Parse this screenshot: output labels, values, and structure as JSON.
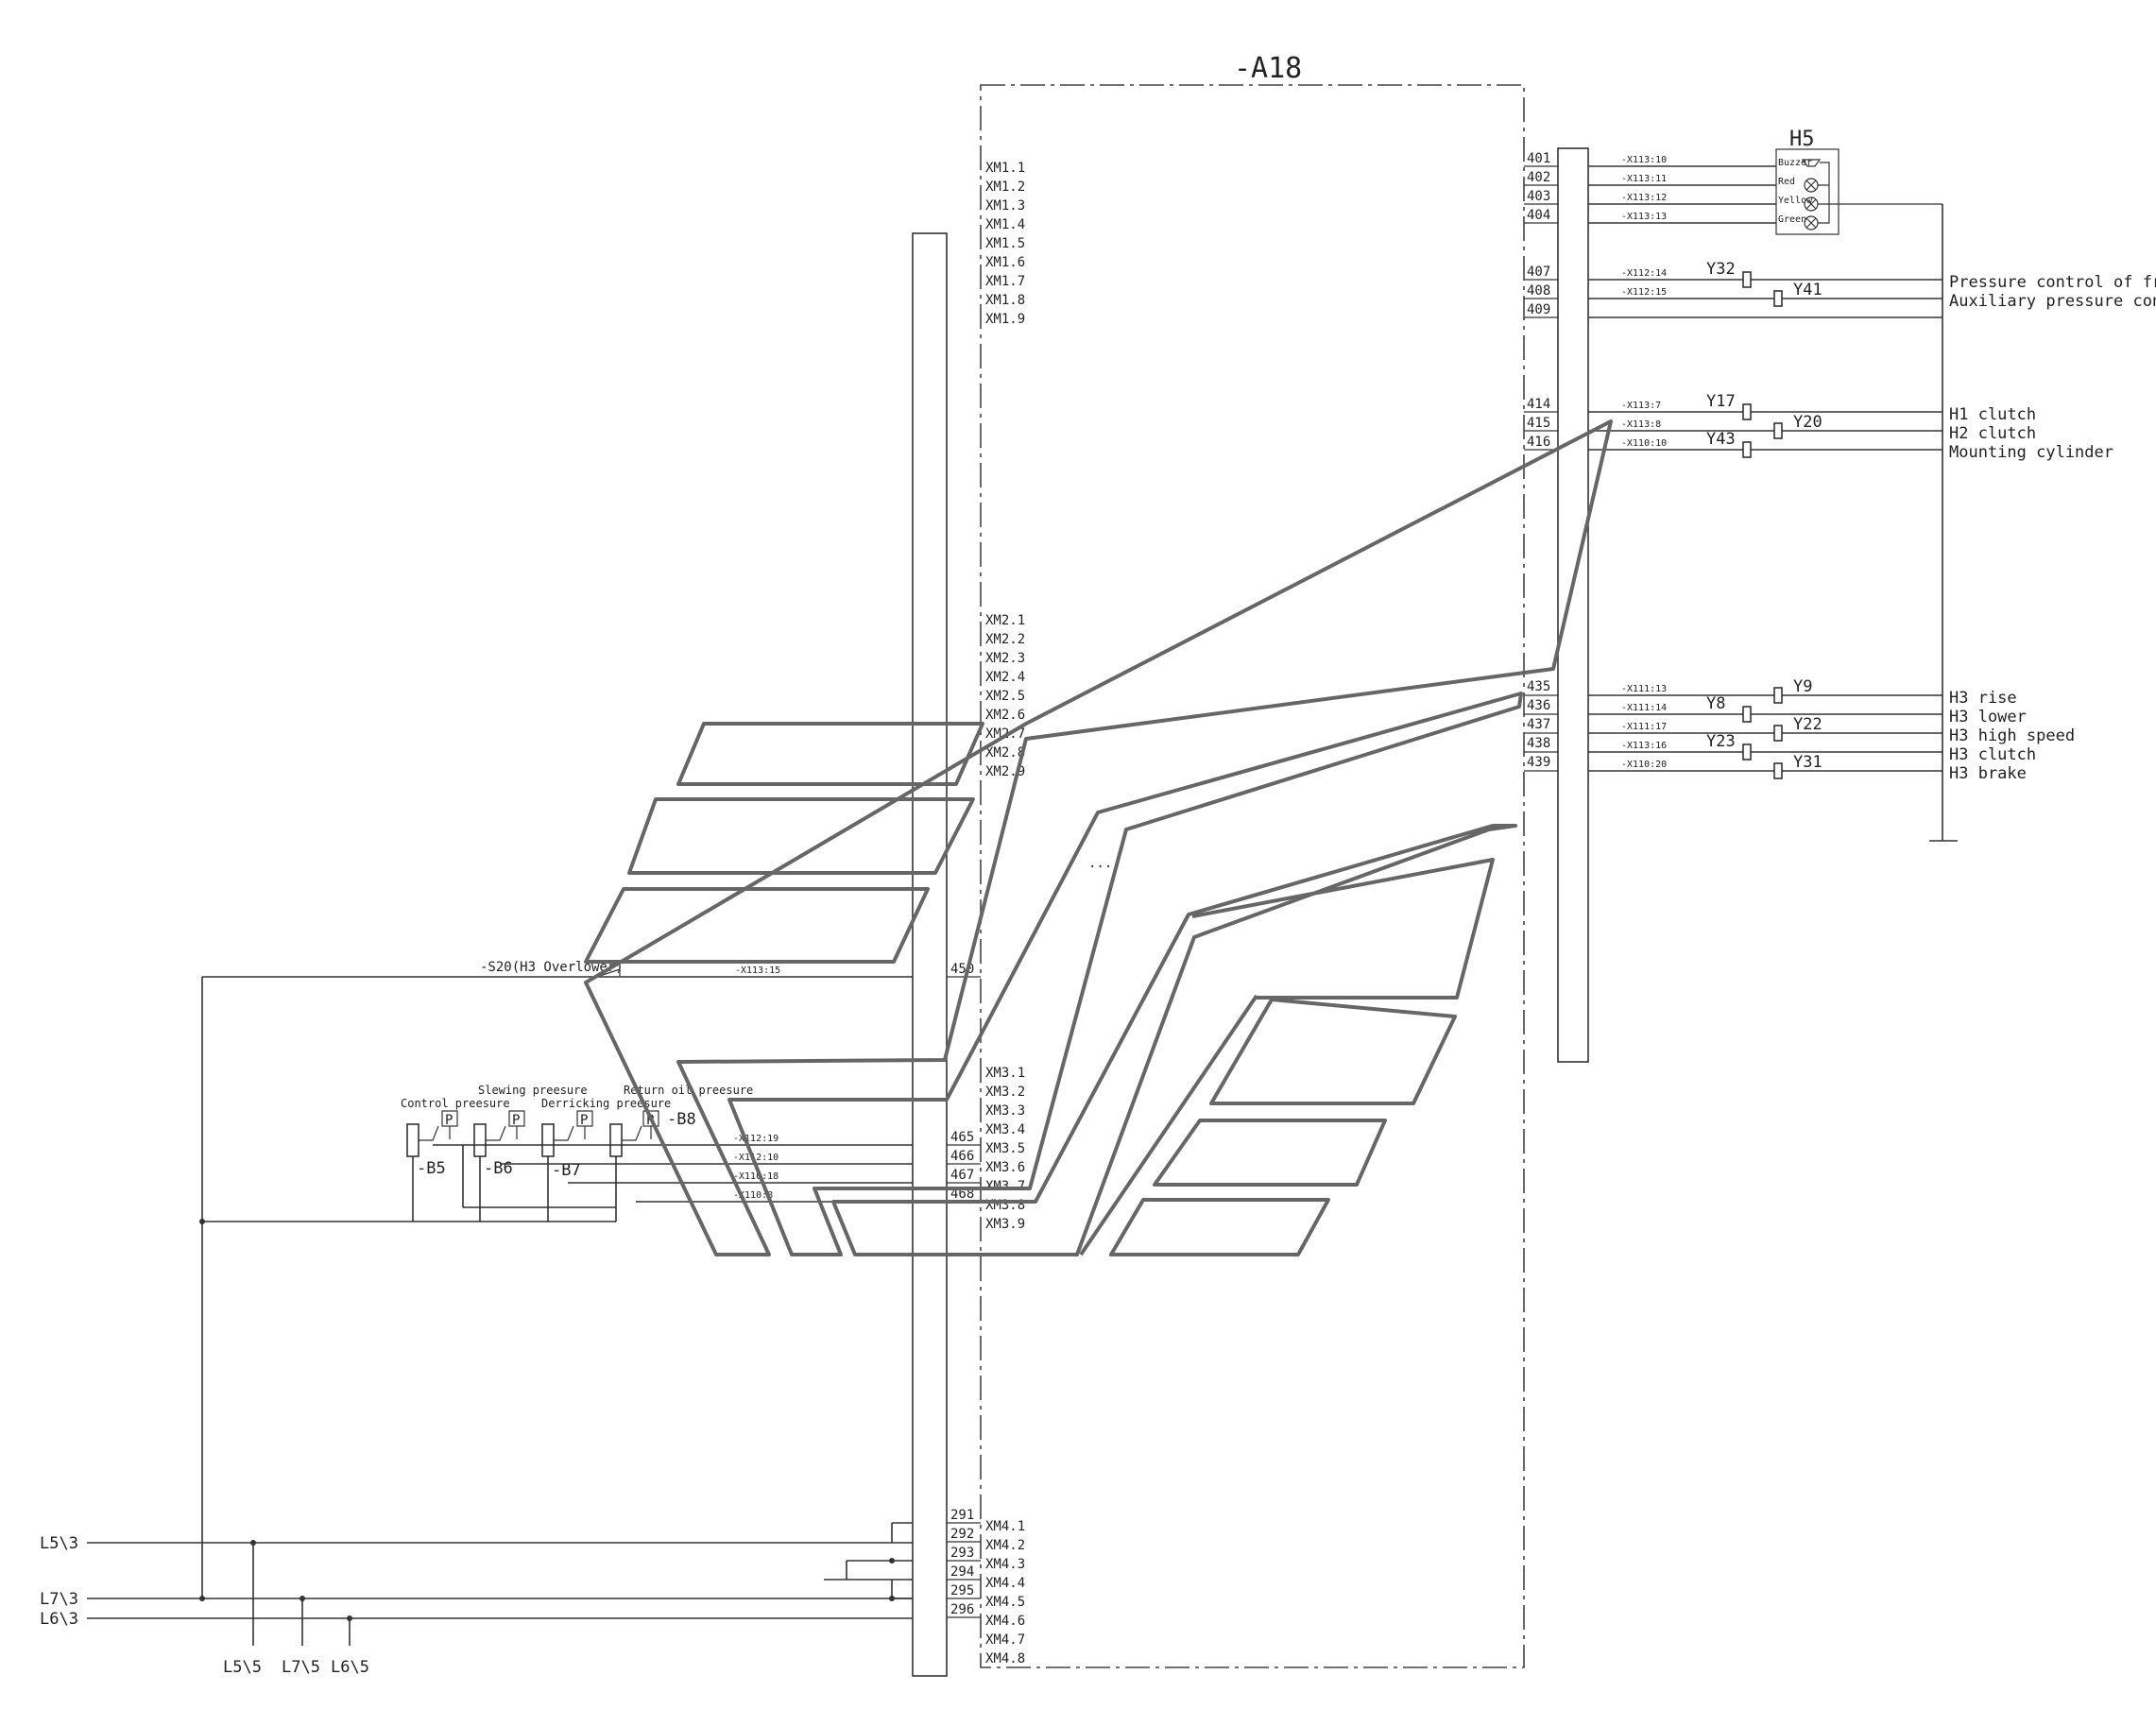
{
  "module": {
    "title": "-A18"
  },
  "xm": [
    "XM1.1",
    "XM1.2",
    "XM1.3",
    "XM1.4",
    "XM1.5",
    "XM1.6",
    "XM1.7",
    "XM1.8",
    "XM1.9",
    "XM2.1",
    "XM2.2",
    "XM2.3",
    "XM2.4",
    "XM2.5",
    "XM2.6",
    "XM2.7",
    "XM2.8",
    "XM2.9",
    "XM3.1",
    "XM3.2",
    "XM3.3",
    "XM3.4",
    "XM3.5",
    "XM3.6",
    "XM3.7",
    "XM3.8",
    "XM3.9",
    "XM4.1",
    "XM4.2",
    "XM4.3",
    "XM4.4",
    "XM4.5",
    "XM4.6",
    "XM4.7",
    "XM4.8"
  ],
  "right_terminals": {
    "top": [
      "401",
      "402",
      "403",
      "404"
    ],
    "mid": [
      "407",
      "408",
      "409"
    ],
    "clutch": [
      "414",
      "415",
      "416"
    ],
    "h3": [
      "435",
      "436",
      "437",
      "438",
      "439"
    ]
  },
  "h5": {
    "label": "H5",
    "wires": [
      "-X113:10",
      "-X113:11",
      "-X113:12",
      "-X113:13"
    ],
    "items": [
      "Buzzer",
      "Red",
      "Yellow",
      "Green"
    ]
  },
  "valves_a": {
    "wires": [
      "-X112:14",
      "-X112:15"
    ],
    "devices": [
      "Y32",
      "Y41"
    ],
    "labels": [
      "Pressure control of free fall",
      "Auxiliary pressure control"
    ]
  },
  "valves_b": {
    "wires": [
      "-X113:7",
      "-X113:8",
      "-X110:10"
    ],
    "devices": [
      "Y17",
      "Y20",
      "Y43"
    ],
    "labels": [
      "H1 clutch",
      "H2 clutch",
      "Mounting cylinder"
    ]
  },
  "valves_c": {
    "wires": [
      "-X111:13",
      "-X111:14",
      "-X111:17",
      "-X113:16",
      "-X110:20"
    ],
    "devices": [
      "Y9",
      "Y8",
      "Y22",
      "Y23",
      "Y31"
    ],
    "labels": [
      "H3 rise",
      "H3 lower",
      "H3 high speed",
      "H3 clutch",
      "H3 brake"
    ]
  },
  "switch": {
    "label": "-S20(H3 Overlower)",
    "wire": "-X113:15",
    "terminal": "450"
  },
  "sensors": {
    "titles": [
      "Control preesure",
      "Slewing preesure",
      "Derricking preesure",
      "Return oil preesure"
    ],
    "devices": [
      "-B5",
      "-B6",
      "-B7",
      "-B8"
    ],
    "p_symbol": "P",
    "wires": [
      "-X112:19",
      "-X112:10",
      "-X110:18",
      "-X110:8"
    ],
    "terminals": [
      "465",
      "466",
      "467",
      "468"
    ]
  },
  "supply": {
    "terminals": [
      "291",
      "292",
      "293",
      "294",
      "295",
      "296"
    ],
    "left_labels": [
      "L5\\3",
      "L7\\3",
      "L6\\3"
    ],
    "bottom_labels": [
      "L5\\5",
      "L7\\5",
      "L6\\5"
    ]
  },
  "dots": "..."
}
